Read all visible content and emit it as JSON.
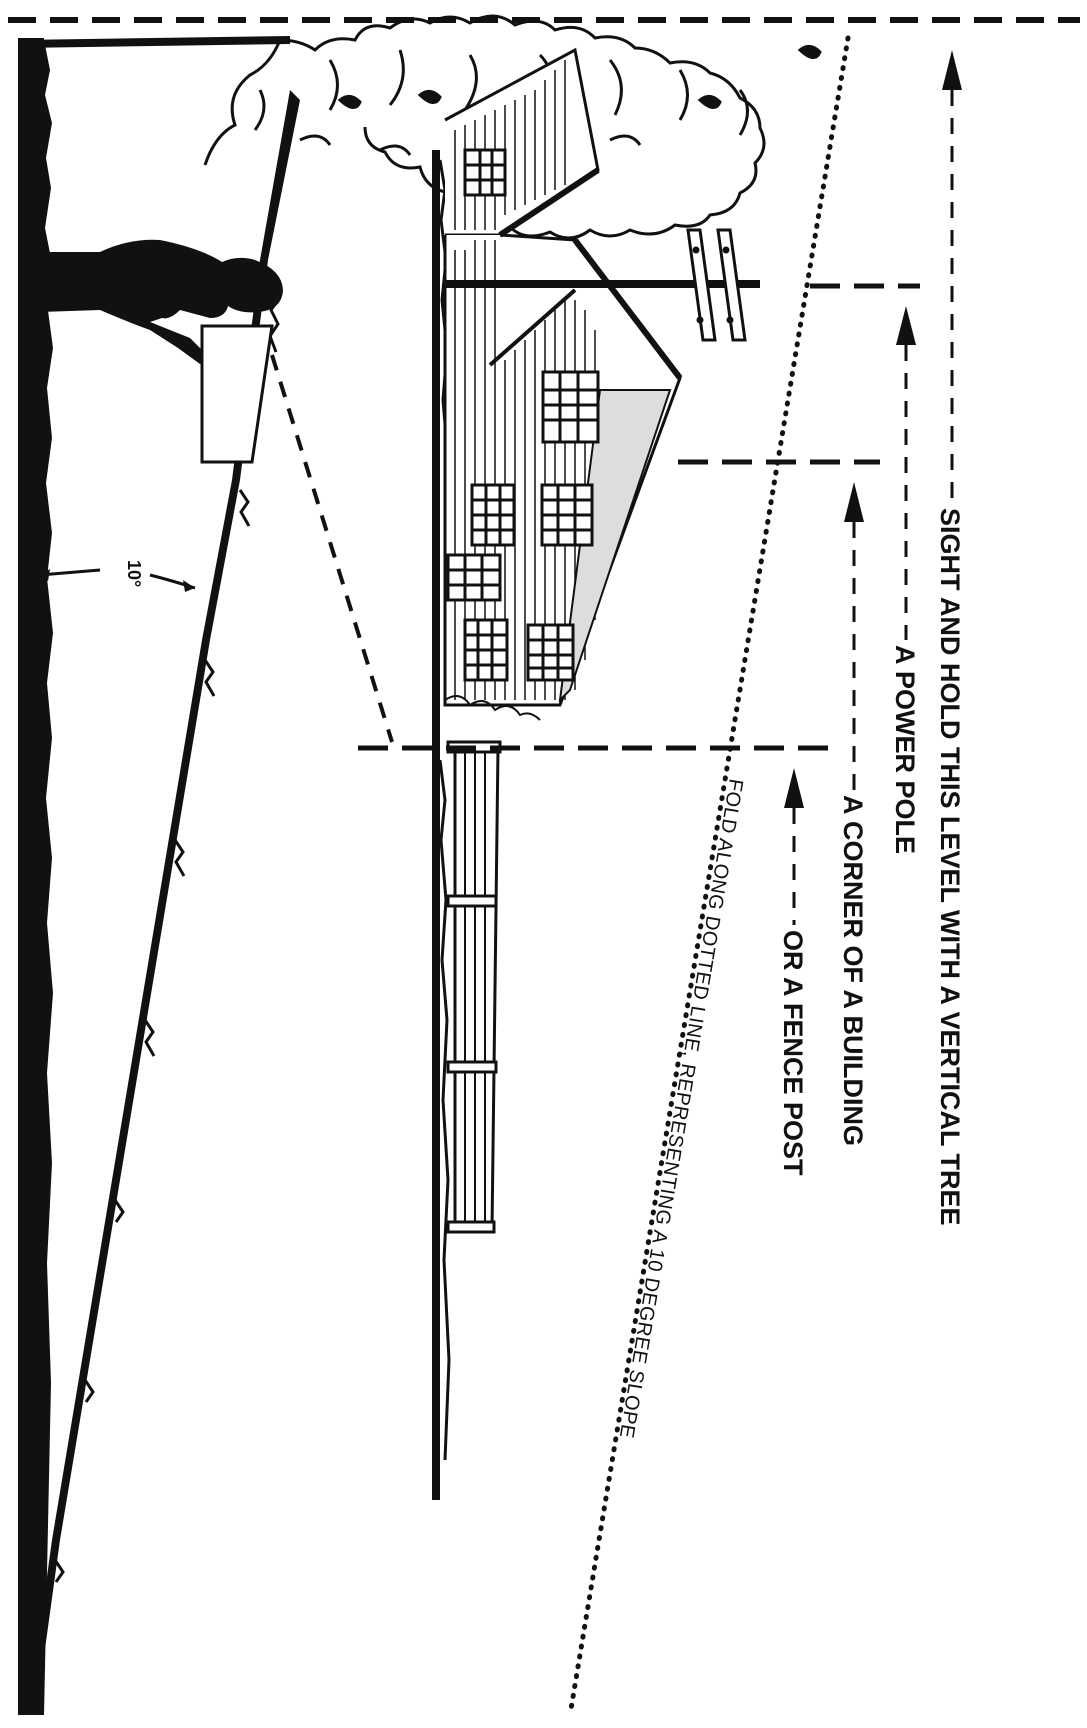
{
  "diagram": {
    "angle_label": "10°",
    "labels": {
      "tree": "SIGHT AND HOLD THIS LEVEL WITH A VERTICAL TREE",
      "power_pole": "A POWER POLE",
      "building": "A CORNER OF A BUILDING",
      "fence": "OR A FENCE POST",
      "fold": "FOLD ALONG DOTTED LINE, REPRESENTING A 10 DEGREE SLOPE"
    },
    "colors": {
      "ink": "#111111",
      "paper": "#ffffff"
    },
    "icons": [
      "person-silhouette",
      "clipboard-card",
      "house",
      "power-pole",
      "fence",
      "tree-foliage",
      "arrow-up"
    ]
  }
}
